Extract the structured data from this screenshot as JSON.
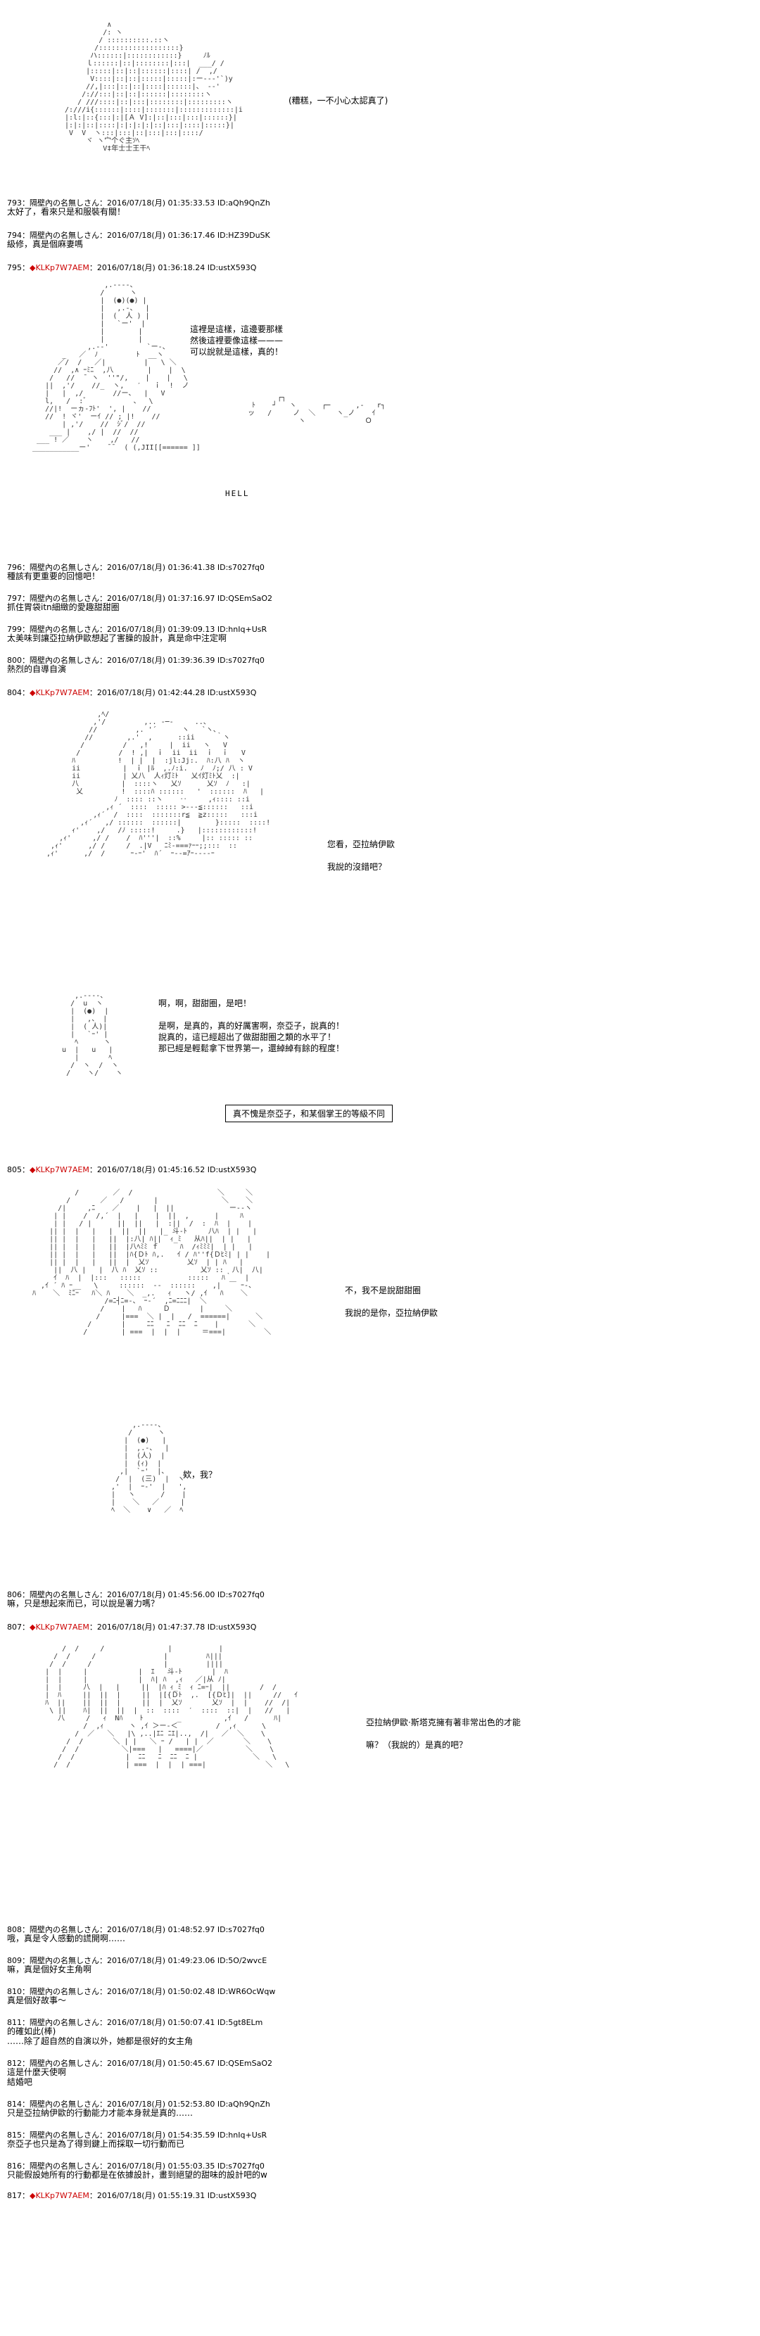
{
  "posts": [
    {
      "no": "793",
      "name": "隔壁內の名無しさん",
      "date": "2016/07/18(月) 01:35:33.53",
      "id": "ID:aQh9QnZh",
      "body": "太好了，看來只是和服裝有關！"
    },
    {
      "no": "794",
      "name": "隔壁內の名無しさん",
      "date": "2016/07/18(月) 01:36:17.46",
      "id": "ID:HZ39DuSK",
      "body": "級修，真是個麻妻嗎"
    },
    {
      "no": "795",
      "name": "KLKp7W7AEM",
      "date": "2016/07/18(月) 01:36:18.24",
      "id": "ID:ustX593Q",
      "trip": true
    },
    {
      "no": "796",
      "name": "隔壁內の名無しさん",
      "date": "2016/07/18(月) 01:36:41.38",
      "id": "ID:s7027fq0",
      "body": "種該有更重要的回憶吧！"
    },
    {
      "no": "797",
      "name": "隔壁內の名無しさん",
      "date": "2016/07/18(月) 01:37:16.97",
      "id": "ID:QSEmSaO2",
      "body": "抓住胃袋itn細緻的愛趣甜甜圈"
    },
    {
      "no": "799",
      "name": "隔壁內の名無しさん",
      "date": "2016/07/18(月) 01:39:09.13",
      "id": "ID:hnIq+UsR",
      "body": "太美味到讓亞拉納伊歐想起了害臊的設計，真是命中注定啊"
    },
    {
      "no": "800",
      "name": "隔壁內の名無しさん",
      "date": "2016/07/18(月) 01:39:36.39",
      "id": "ID:s7027fq0",
      "body": "熱烈的自導自演"
    },
    {
      "no": "804",
      "name": "KLKp7W7AEM",
      "date": "2016/07/18(月) 01:42:44.28",
      "id": "ID:ustX593Q",
      "trip": true
    },
    {
      "no": "805",
      "name": "KLKp7W7AEM",
      "date": "2016/07/18(月) 01:45:16.52",
      "id": "ID:ustX593Q",
      "trip": true
    },
    {
      "no": "806",
      "name": "隔壁內の名無しさん",
      "date": "2016/07/18(月) 01:45:56.00",
      "id": "ID:s7027fq0",
      "body": "嘛，只是想起來而已，可以說是署力嗎？"
    },
    {
      "no": "807",
      "name": "KLKp7W7AEM",
      "date": "2016/07/18(月) 01:47:37.78",
      "id": "ID:ustX593Q",
      "trip": true
    },
    {
      "no": "808",
      "name": "隔壁內の名無しさん",
      "date": "2016/07/18(月) 01:48:52.97",
      "id": "ID:s7027fq0",
      "body": "哦，真是令人感動的謊開啊……"
    },
    {
      "no": "809",
      "name": "隔壁內の名無しさん",
      "date": "2016/07/18(月) 01:49:23.06",
      "id": "ID:5O/2wvcE",
      "body": "嘛，真是個好女主角啊"
    },
    {
      "no": "810",
      "name": "隔壁內の名無しさん",
      "date": "2016/07/18(月) 01:50:02.48",
      "id": "ID:WR6OcWqw",
      "body": "真是個好故事〜"
    },
    {
      "no": "811",
      "name": "隔壁內の名無しさん",
      "date": "2016/07/18(月) 01:50:07.41",
      "id": "ID:5gt8ELm",
      "body": "的確如此(棒)\n……除了超自然的自演以外，她都是很好的女主角"
    },
    {
      "no": "812",
      "name": "隔壁內の名無しさん",
      "date": "2016/07/18(月) 01:50:45.67",
      "id": "ID:QSEmSaO2",
      "body": "這是什麼天使啊\n結婚吧"
    },
    {
      "no": "814",
      "name": "隔壁內の名無しさん",
      "date": "2016/07/18(月) 01:52:53.80",
      "id": "ID:aQh9QnZh",
      "body": "只是亞拉納伊歐的行動能力才能本身就是真的……"
    },
    {
      "no": "815",
      "name": "隔壁內の名無しさん",
      "date": "2016/07/18(月) 01:54:35.59",
      "id": "ID:hnIq+UsR",
      "body": "奈亞子也只是為了得到鍵上而採取一切行動而已"
    },
    {
      "no": "816",
      "name": "隔壁內の名無しさん",
      "date": "2016/07/18(月) 01:55:03.35",
      "id": "ID:s7027fq0",
      "body": "只能假設她所有的行動都是在依據設計，畫到絕望的甜味的設計吧的w"
    },
    {
      "no": "817",
      "name": "KLKp7W7AEM",
      "date": "2016/07/18(月) 01:55:19.31",
      "id": "ID:ustX593Q",
      "trip": true
    }
  ],
  "dialogues": {
    "top_aside": "(糟糕，一不小心太認真了)",
    "d795": "這裡是這樣，這邊要那樣\n然後這裡要像這樣———\n可以說就是這樣，真的！",
    "monitor": "HELL",
    "d804": "您看，亞拉納伊歐\n\n我說的沒錯吧？",
    "d804b": "啊，啊，甜甜圈，是吧！\n\n是啊，是真的，真的好厲害啊，奈亞子，說真的！\n說真的，這已經超出了做甜甜圈之類的水平了！\n那已經是輕鬆拿下世界第一，還綽綽有餘的程度！",
    "box804": "真不愧是奈亞子，和某個掌王的等級不同",
    "d805": "不，我不是說甜甜圈\n\n我說的是你，亞拉納伊歐",
    "d805b": "欸，我？",
    "d807": "亞拉納伊歐·斯塔克擁有著非常出色的才能\n\n嘛？（我說的）是真的吧？"
  }
}
